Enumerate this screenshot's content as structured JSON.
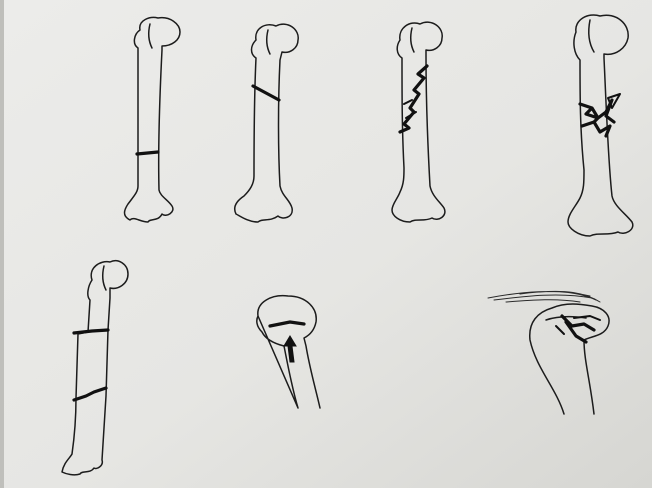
{
  "figure": {
    "panels": [
      {
        "id": "transverse",
        "fracture": "transverse"
      },
      {
        "id": "oblique",
        "fracture": "oblique"
      },
      {
        "id": "spiral",
        "fracture": "spiral"
      },
      {
        "id": "comminuted",
        "fracture": "comminuted"
      },
      {
        "id": "segmental",
        "fracture": "segmental"
      },
      {
        "id": "impacted",
        "fracture": "impacted"
      },
      {
        "id": "avulsion",
        "fracture": "avulsion"
      }
    ],
    "colors": {
      "paper": "#e8e8e4",
      "paper_shadow": "#c9c9c4",
      "ink": "#1c1c1c"
    }
  }
}
